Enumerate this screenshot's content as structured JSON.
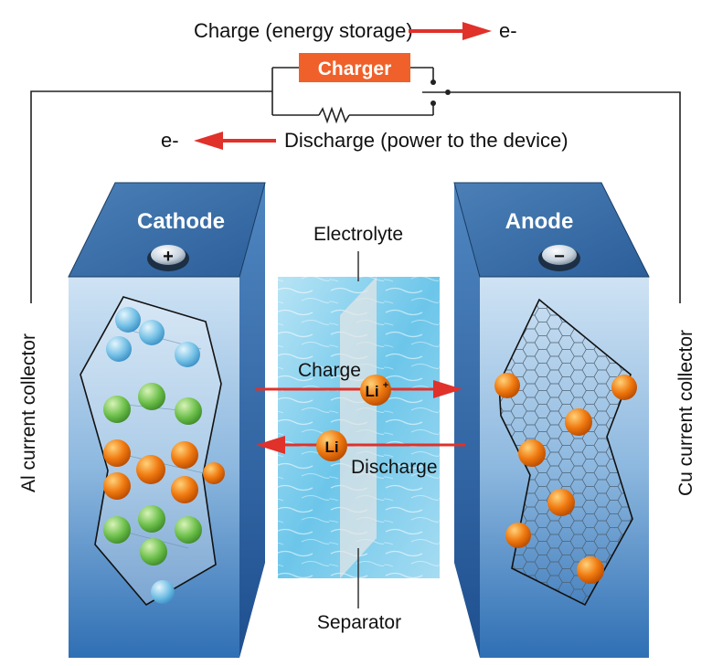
{
  "labels": {
    "charge_flow": "Charge (energy storage)",
    "discharge_flow": "Discharge (power to the device)",
    "electron_top": "e-",
    "electron_left": "e-",
    "charger": "Charger",
    "cathode": "Cathode",
    "anode": "Anode",
    "plus": "+",
    "minus": "−",
    "electrolyte": "Electrolyte",
    "separator": "Separator",
    "charge_arrow": "Charge",
    "discharge_arrow": "Discharge",
    "li_ion": "Li",
    "li_ion_sup": "+",
    "li_atom": "Li",
    "al_collector": "Al current collector",
    "cu_collector": "Cu current collector"
  },
  "colors": {
    "arrow_red": "#e0312b",
    "charger_orange": "#f0602a",
    "box_front_top": "#9ec6e8",
    "box_front_bottom": "#2f6fb4",
    "electrolyte": "#8fd3ee",
    "sphere_orange": "#f07a10",
    "sphere_green": "#6cbf4a",
    "sphere_blue": "#74c0e6"
  }
}
